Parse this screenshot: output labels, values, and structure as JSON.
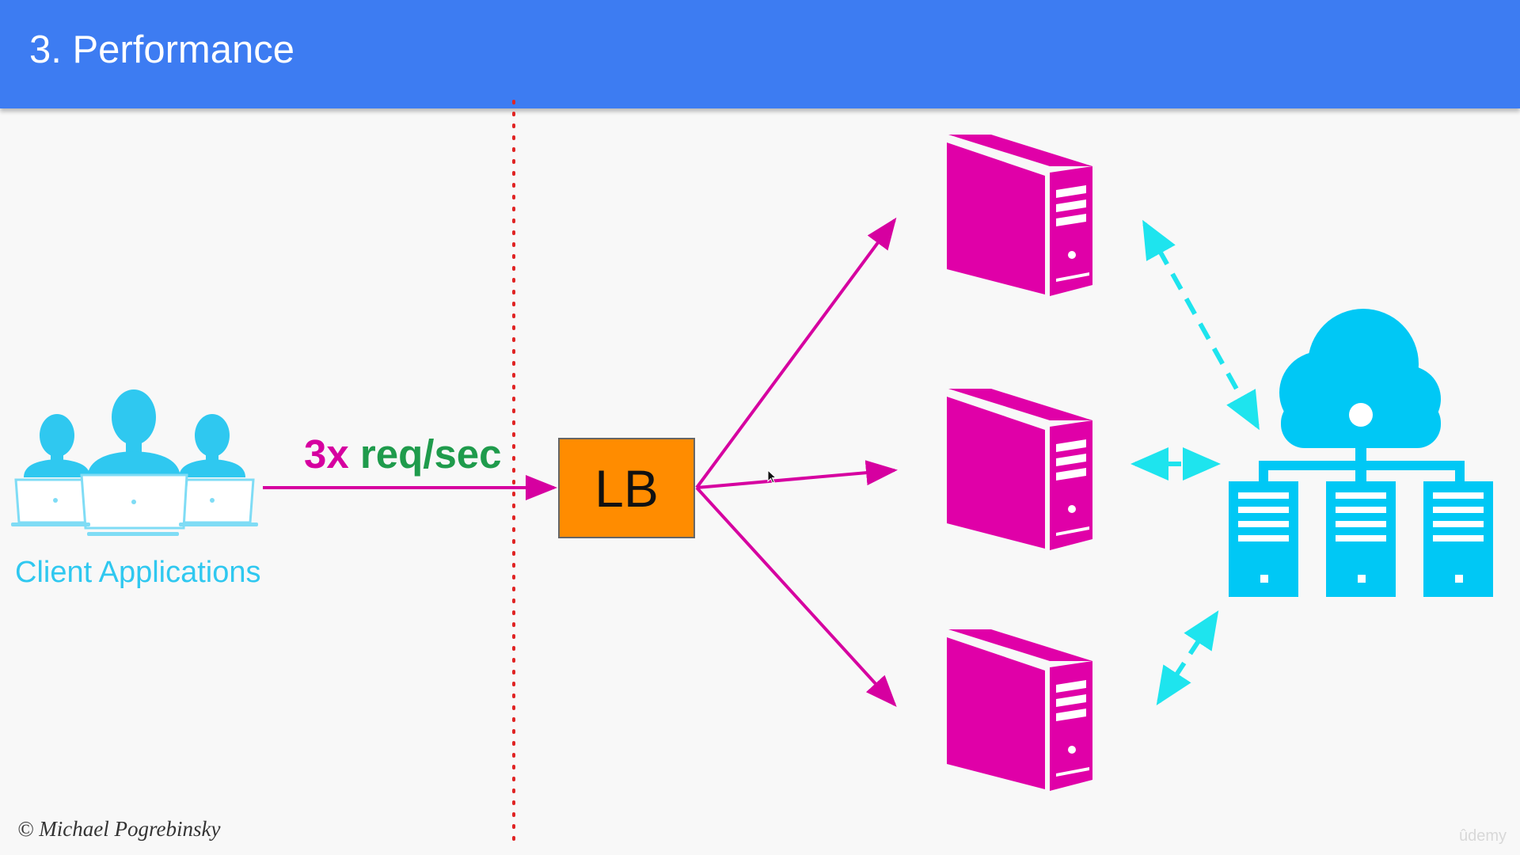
{
  "slide": {
    "title": "3. Performance",
    "background_color": "#f8f8f8",
    "header_color": "#3d7cf2"
  },
  "clients": {
    "label": "Client Applications",
    "icon": "users-with-laptops-icon",
    "color": "#2fc8f0"
  },
  "request_rate": {
    "multiplier": "3x",
    "unit": "req/sec",
    "multiplier_color": "#d600a0",
    "unit_color": "#1f9b4c"
  },
  "load_balancer": {
    "label": "LB",
    "color": "#ff8c00"
  },
  "app_servers": {
    "icon": "server-tower-icon",
    "count": 3,
    "color": "#e000a8"
  },
  "database_cluster": {
    "icon": "cloud-database-cluster-icon",
    "color": "#00c8f5"
  },
  "connections": {
    "request_arrow_color": "#d600a0",
    "db_link_color": "#1ee4ee",
    "boundary_line_color": "#e02424"
  },
  "footer": {
    "copyright": "© Michael Pogrebinsky",
    "watermark": "ûdemy"
  }
}
